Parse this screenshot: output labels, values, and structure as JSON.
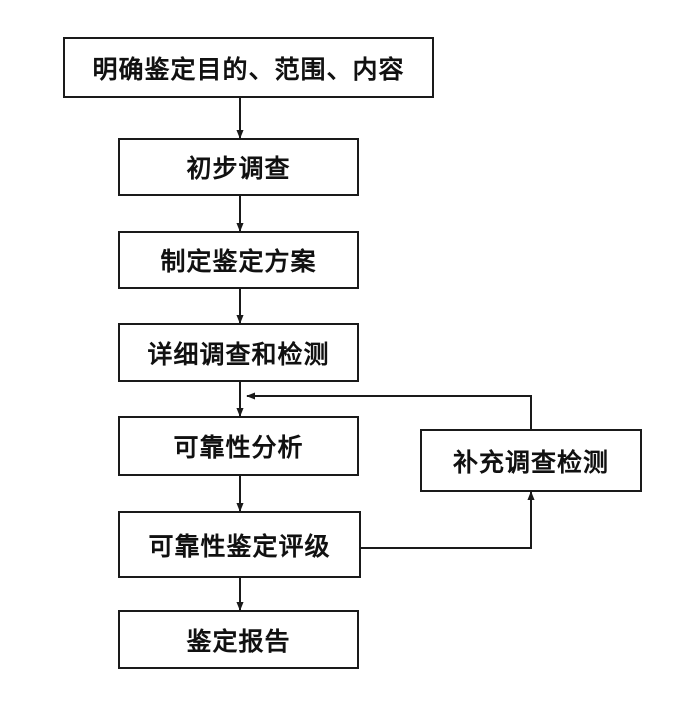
{
  "diagram": {
    "type": "flowchart",
    "steps": {
      "define_scope": "明确鉴定目的、范围、内容",
      "preliminary_survey": "初步调查",
      "formulate_plan": "制定鉴定方案",
      "detailed_inspection": "详细调查和检测",
      "reliability_analysis": "可靠性分析",
      "reliability_rating": "可靠性鉴定评级",
      "report": "鉴定报告",
      "supplementary": "补充调查检测"
    },
    "colors": {
      "line": "#1a1a1a",
      "box_border": "#1a1a1a",
      "text": "#111111",
      "background": "#ffffff"
    }
  }
}
